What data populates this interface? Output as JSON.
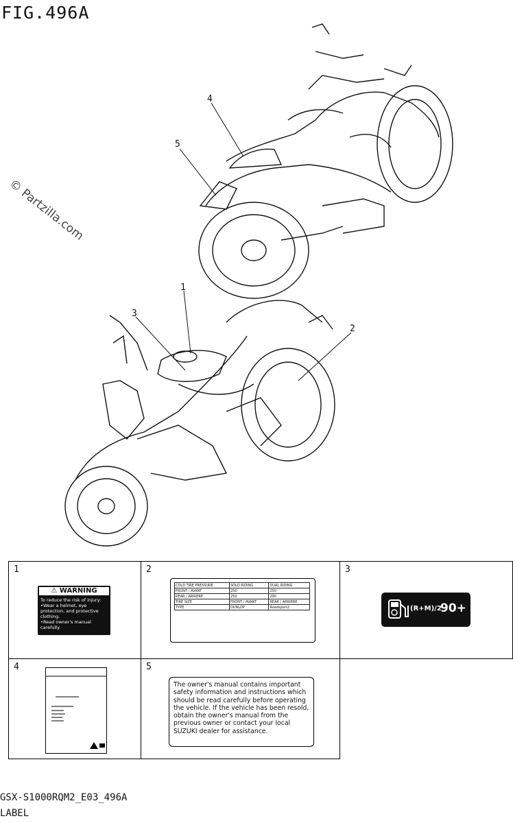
{
  "figure": {
    "title": "FIG.496A",
    "watermark": "© Partzilla.com"
  },
  "callouts": [
    "1",
    "2",
    "3",
    "4",
    "5"
  ],
  "labels_table": [
    {
      "num": "1"
    },
    {
      "num": "2"
    },
    {
      "num": "3"
    },
    {
      "num": "4"
    },
    {
      "num": "5"
    }
  ],
  "warning_label": {
    "heading": "⚠ WARNING",
    "body": "To reduce the risk of injury:\n•Wear a helmet, eye\n protection, and protective\n clothing.\n•Read owner's manual\n carefully."
  },
  "tire_label": {
    "rows": [
      [
        "COLD TIRE PRESSURE",
        "SOLO RIDING",
        "DUAL RIDING"
      ],
      [
        "FRONT / AVANT",
        "250",
        "250"
      ],
      [
        "REAR / ARRIERE",
        "250",
        "290"
      ],
      [
        "TIRE SIZE",
        "FRONT / AVANT",
        "REAR / ARRIERE"
      ],
      [
        "TYPE",
        "DUNLOP",
        "Roadsport2"
      ]
    ]
  },
  "fuel_label": {
    "rating": "(R+M)/2",
    "octane": "90+"
  },
  "notice_label": {
    "text": "The owner's manual contains important safety information and instructions which should be read carefully before operating the vehicle. If the vehicle has been resold, obtain the owner's manual from the previous owner or contact your local SUZUKI dealer for assistance."
  },
  "footer": {
    "code": "GSX-S1000RQM2_E03_496A",
    "caption": "LABEL"
  }
}
